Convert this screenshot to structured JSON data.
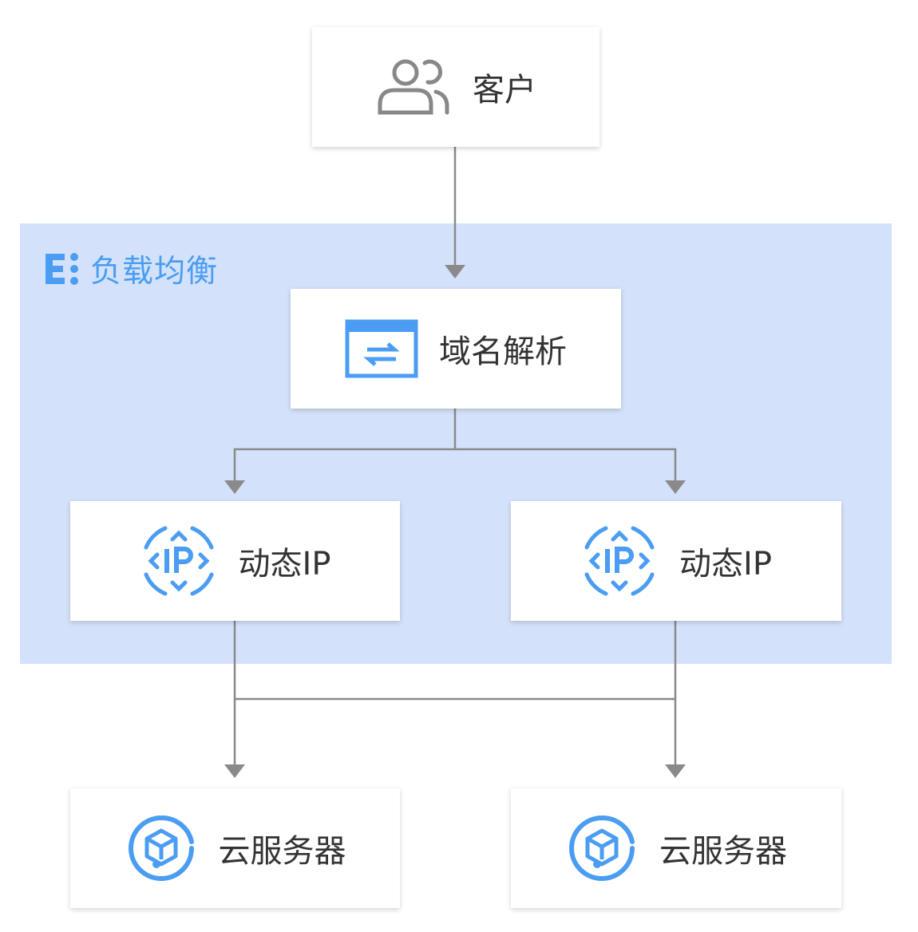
{
  "zone": {
    "title": "负载均衡",
    "color": "#4a9df2",
    "background": "#d3e2fa"
  },
  "nodes": {
    "client": {
      "label": "客户",
      "icon": "users-icon"
    },
    "dns": {
      "label": "域名解析",
      "icon": "dns-resolve-icon"
    },
    "ip_left": {
      "label": "动态IP",
      "icon": "ip-icon"
    },
    "ip_right": {
      "label": "动态IP",
      "icon": "ip-icon"
    },
    "server_left": {
      "label": "云服务器",
      "icon": "cloud-server-icon"
    },
    "server_right": {
      "label": "云服务器",
      "icon": "cloud-server-icon"
    }
  },
  "colors": {
    "accent": "#4a9df2",
    "connector": "#8a8a8a",
    "client_icon": "#888888"
  }
}
